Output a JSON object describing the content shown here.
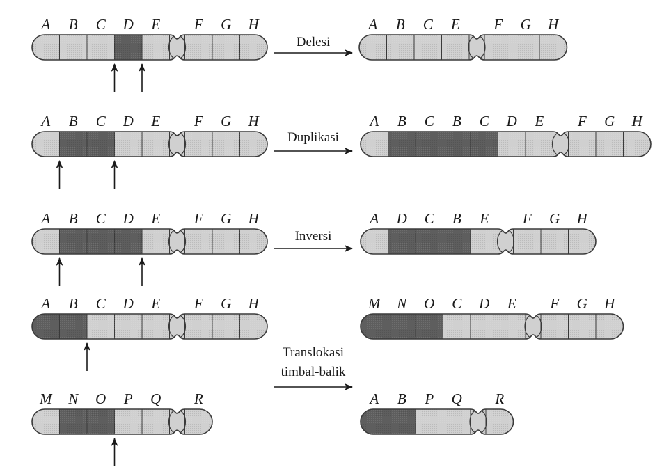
{
  "colors": {
    "light": "#d0d0d0",
    "dark": "#5e5e5e",
    "outline": "#3a3a3a",
    "text": "#1a1a1a"
  },
  "rows": [
    {
      "id": "delesi",
      "operation": [
        "Delesi"
      ],
      "before": [
        {
          "genes": [
            "A",
            "B",
            "C",
            "D",
            "E",
            "F",
            "G",
            "H"
          ],
          "dark": [
            "D"
          ],
          "arrows": [
            "D-left",
            "D-right"
          ]
        }
      ],
      "after": [
        {
          "genes": [
            "A",
            "B",
            "C",
            "E",
            "F",
            "G",
            "H"
          ],
          "dark": []
        }
      ]
    },
    {
      "id": "duplikasi",
      "operation": [
        "Duplikasi"
      ],
      "before": [
        {
          "genes": [
            "A",
            "B",
            "C",
            "D",
            "E",
            "F",
            "G",
            "H"
          ],
          "dark": [
            "B",
            "C"
          ],
          "arrows": [
            "B-left",
            "C-right"
          ]
        }
      ],
      "after": [
        {
          "genes": [
            "A",
            "B",
            "C",
            "B",
            "C",
            "D",
            "E",
            "F",
            "G",
            "H"
          ],
          "dark": [
            "B",
            "C",
            "B",
            "C"
          ]
        }
      ]
    },
    {
      "id": "inversi",
      "operation": [
        "Inversi"
      ],
      "before": [
        {
          "genes": [
            "A",
            "B",
            "C",
            "D",
            "E",
            "F",
            "G",
            "H"
          ],
          "dark": [
            "B",
            "C",
            "D"
          ],
          "arrows": [
            "B-left",
            "D-right"
          ]
        }
      ],
      "after": [
        {
          "genes": [
            "A",
            "D",
            "C",
            "B",
            "E",
            "F",
            "G",
            "H"
          ],
          "dark": [
            "D",
            "C",
            "B"
          ]
        }
      ]
    },
    {
      "id": "translokasi",
      "operation": [
        "Translokasi",
        "timbal-balik"
      ],
      "before": [
        {
          "genes": [
            "A",
            "B",
            "C",
            "D",
            "E",
            "F",
            "G",
            "H"
          ],
          "dark": [
            "A",
            "B"
          ],
          "arrows": [
            "B-right"
          ]
        },
        {
          "genes": [
            "M",
            "N",
            "O",
            "P",
            "Q",
            "R"
          ],
          "dark": [
            "N",
            "O"
          ],
          "arrows": [
            "O-right"
          ]
        }
      ],
      "after": [
        {
          "genes": [
            "M",
            "N",
            "O",
            "C",
            "D",
            "E",
            "F",
            "G",
            "H"
          ],
          "dark": [
            "M",
            "N",
            "O"
          ]
        },
        {
          "genes": [
            "A",
            "B",
            "P",
            "Q",
            "R"
          ],
          "dark": [
            "A",
            "B"
          ]
        }
      ]
    }
  ]
}
